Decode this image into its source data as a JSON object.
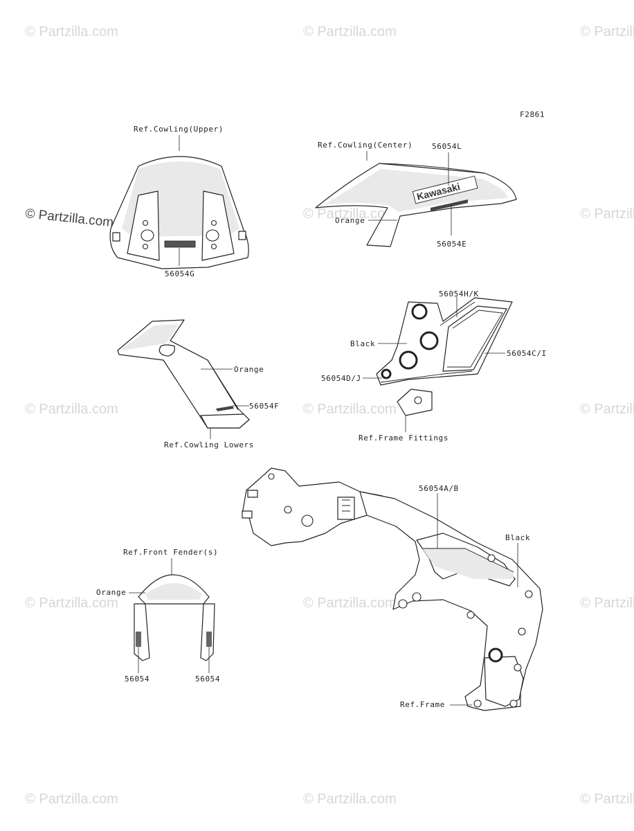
{
  "figure_code": "F2861",
  "watermark": "© Partzilla.com",
  "labels": {
    "cowling_upper_ref": "Ref.Cowling(Upper)",
    "cowling_upper_part": "56054G",
    "cowling_center_ref": "Ref.Cowling(Center)",
    "cowling_center_part_top": "56054L",
    "cowling_center_orange": "Orange",
    "cowling_center_part_bottom": "56054E",
    "lowers_orange": "Orange",
    "lowers_part": "56054F",
    "lowers_ref": "Ref.Cowling Lowers",
    "fittings_part_hk": "56054H/K",
    "fittings_black": "Black",
    "fittings_part_ci": "56054C/I",
    "fittings_part_dj": "56054D/J",
    "fittings_ref": "Ref.Frame Fittings",
    "frame_part_ab": "56054A/B",
    "frame_black": "Black",
    "frame_ref": "Ref.Frame",
    "fender_ref": "Ref.Front Fender(s)",
    "fender_orange": "Orange",
    "fender_part_left": "56054",
    "fender_part_right": "56054"
  },
  "decal_brand_text": "Kawasaki"
}
